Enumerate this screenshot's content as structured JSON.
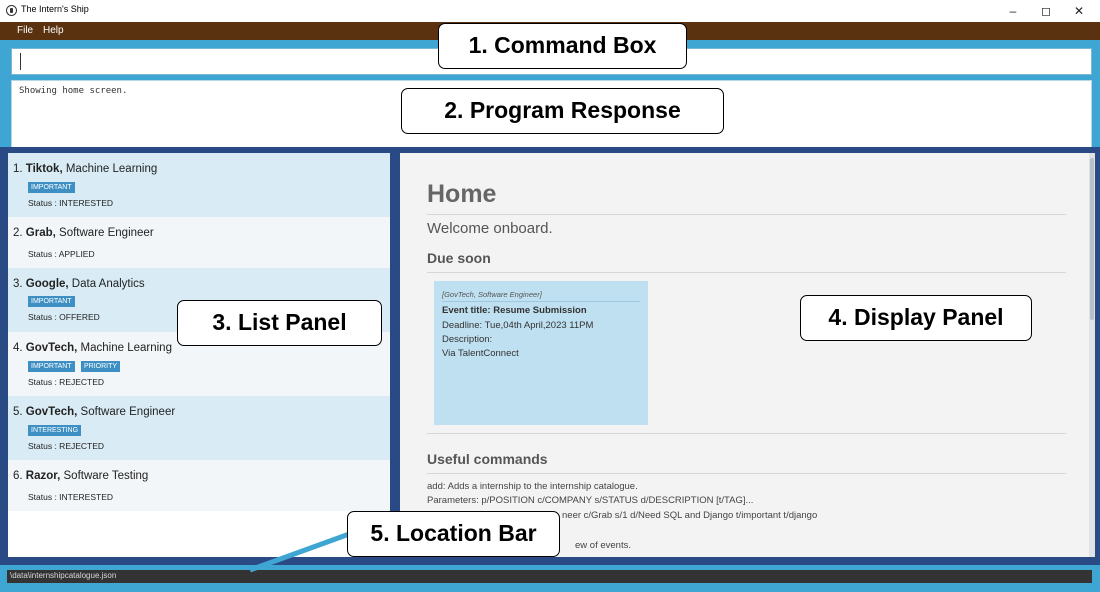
{
  "window": {
    "title": "The Intern's Ship",
    "controls": {
      "minimize": "–",
      "maximize": "◻",
      "close": "✕"
    }
  },
  "menu": {
    "items": [
      "File",
      "Help"
    ]
  },
  "command_box": {
    "value": ""
  },
  "response": {
    "text": "Showing home screen."
  },
  "list_panel": {
    "items": [
      {
        "index": "1.",
        "company": "Tiktok,",
        "position": " Machine Learning",
        "tags": [
          "IMPORTANT"
        ],
        "status": "Status : INTERESTED"
      },
      {
        "index": "2.",
        "company": "Grab,",
        "position": " Software Engineer",
        "tags": [],
        "status": "Status : APPLIED"
      },
      {
        "index": "3.",
        "company": "Google,",
        "position": " Data Analytics",
        "tags": [
          "IMPORTANT"
        ],
        "status": "Status : OFFERED"
      },
      {
        "index": "4.",
        "company": "GovTech,",
        "position": " Machine Learning",
        "tags": [
          "IMPORTANT",
          "PRIORITY"
        ],
        "status": "Status : REJECTED"
      },
      {
        "index": "5.",
        "company": "GovTech,",
        "position": " Software Engineer",
        "tags": [
          "INTERESTING"
        ],
        "status": "Status : REJECTED"
      },
      {
        "index": "6.",
        "company": "Razor,",
        "position": " Software Testing",
        "tags": [],
        "status": "Status : INTERESTED"
      }
    ]
  },
  "display_panel": {
    "title": "Home",
    "welcome": "Welcome onboard.",
    "due_soon_heading": "Due soon",
    "event": {
      "source": "[GovTech, Software Engineer]",
      "title_label": "Event title:",
      "title_value": " Resume Submission",
      "deadline": "Deadline: Tue,04th April,2023 11PM",
      "description_label": "Description:",
      "description": "Via TalentConnect"
    },
    "useful_commands_heading": "Useful commands",
    "commands": [
      "add: Adds a internship to the internship catalogue.",
      "Parameters: p/POSITION c/COMPANY s/STATUS d/DESCRIPTION [t/TAG]...",
      "neer c/Grab s/1 d/Need SQL and Django t/important t/django",
      "ew of events."
    ]
  },
  "location_bar": {
    "path": "\\data\\internshipcatalogue.json"
  },
  "annotations": [
    "1. Command Box",
    "2. Program Response",
    "3. List Panel",
    "4. Display Panel",
    "5. Location Bar"
  ],
  "colors": {
    "menu_bar": "#5a3210",
    "frame": "#3fa6d3",
    "main_area": "#2a4a86",
    "tag": "#3e90c4",
    "event_card": "#bfe0f1",
    "location_bar": "#333333"
  }
}
